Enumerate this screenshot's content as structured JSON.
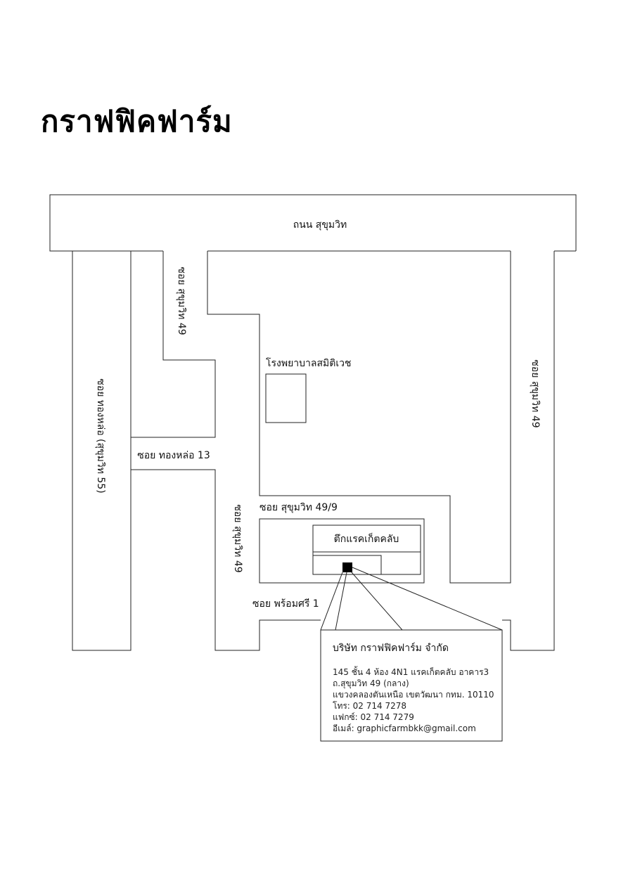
{
  "title": "กราฟฟิคฟาร์ม",
  "roads": {
    "main_road": "ถนน สุขุมวิท",
    "soi_sukhumvit_49_top": "ซอย สุขุมวิท 49",
    "soi_thonglor_55": "ซอย ทองหล่อ (สุขุมวิท 55)",
    "soi_thonglor_13": "ซอย ทองหล่อ 13",
    "soi_sukhumvit_49_lower": "ซอย สุขุมวิท 49",
    "soi_sukhumvit_49_9": "ซอย สุขุมวิท 49/9",
    "soi_phromsri_1": "ซอย พร้อมศรี 1",
    "soi_sukhumvit_49_right": "ซอย สุขุมวิท 49"
  },
  "landmarks": {
    "hospital": "โรงพยาบาลสมิติเวช",
    "racquet_club": "ตึกแรคเก็ตคลับ"
  },
  "info_box": {
    "company": "บริษัท กราฟฟิคฟาร์ม จำกัด",
    "address_line1": "145 ชั้น 4 ห้อง 4N1 แรคเก็ตคลับ อาคาร3",
    "address_line2": "ถ.สุขุมวิท 49 (กลาง)",
    "address_line3": "แขวงคลองตันเหนือ เขตวัฒนา กทม. 10110",
    "phone": "โทร: 02 714 7278",
    "fax": "แฟกซ์: 02 714 7279",
    "email": "อีเมล์: graphicfarmbkk@gmail.com"
  },
  "colors": {
    "line": "#222222",
    "marker": "#000000",
    "background": "#ffffff"
  }
}
